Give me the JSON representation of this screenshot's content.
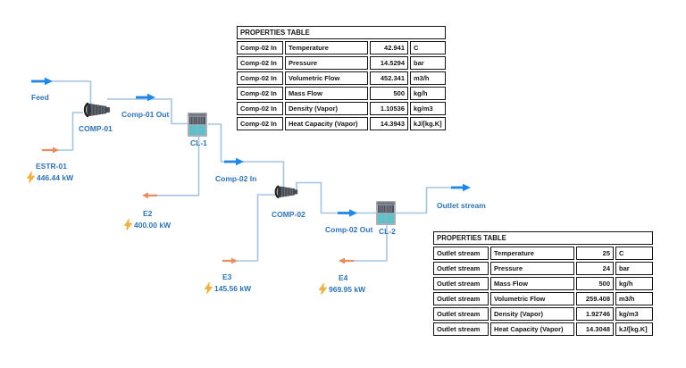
{
  "colors": {
    "label_blue": "#2E74B5",
    "stream_line": "#A5C4E2",
    "material_arrow": "#1E87E8",
    "energy_arrow": "#ED8A5B",
    "bolt_yellow": "#F2B33D",
    "cooler_teal": "#5FC0CA",
    "compressor_gray": "#4B5058",
    "table_text": "#141414"
  },
  "flowsheet": {
    "feed_label": "Feed",
    "comp01_label": "COMP-01",
    "comp01_out_label": "Comp-01 Out",
    "cl1_label": "CL-1",
    "comp02_in_label": "Comp-02 In",
    "comp02_label": "COMP-02",
    "comp02_out_label": "Comp-02 Out",
    "cl2_label": "CL-2",
    "outlet_label": "Outlet stream",
    "energy": {
      "estr01": {
        "name": "ESTR-01",
        "duty": "446.44 kW"
      },
      "e2": {
        "name": "E2",
        "duty": "400.00 kW"
      },
      "e3": {
        "name": "E3",
        "duty": "145.56 kW"
      },
      "e4": {
        "name": "E4",
        "duty": "969.95 kW"
      }
    }
  },
  "tables": {
    "comp02_in": {
      "title": "PROPERTIES TABLE",
      "rows": [
        {
          "object": "Comp-02 In",
          "property": "Temperature",
          "value": "42.941",
          "unit": "C"
        },
        {
          "object": "Comp-02 In",
          "property": "Pressure",
          "value": "14.5294",
          "unit": "bar"
        },
        {
          "object": "Comp-02 In",
          "property": "Volumetric Flow",
          "value": "452.341",
          "unit": "m3/h"
        },
        {
          "object": "Comp-02 In",
          "property": "Mass Flow",
          "value": "500",
          "unit": "kg/h"
        },
        {
          "object": "Comp-02 In",
          "property": "Density (Vapor)",
          "value": "1.10536",
          "unit": "kg/m3"
        },
        {
          "object": "Comp-02 In",
          "property": "Heat Capacity (Vapor)",
          "value": "14.3943",
          "unit": "kJ/[kg.K]"
        }
      ]
    },
    "outlet_stream": {
      "title": "PROPERTIES TABLE",
      "rows": [
        {
          "object": "Outlet stream",
          "property": "Temperature",
          "value": "25",
          "unit": "C"
        },
        {
          "object": "Outlet stream",
          "property": "Pressure",
          "value": "24",
          "unit": "bar"
        },
        {
          "object": "Outlet stream",
          "property": "Mass Flow",
          "value": "500",
          "unit": "kg/h"
        },
        {
          "object": "Outlet stream",
          "property": "Volumetric Flow",
          "value": "259.408",
          "unit": "m3/h"
        },
        {
          "object": "Outlet stream",
          "property": "Density (Vapor)",
          "value": "1.92746",
          "unit": "kg/m3"
        },
        {
          "object": "Outlet stream",
          "property": "Heat Capacity (Vapor)",
          "value": "14.3048",
          "unit": "kJ/[kg.K]"
        }
      ]
    }
  }
}
